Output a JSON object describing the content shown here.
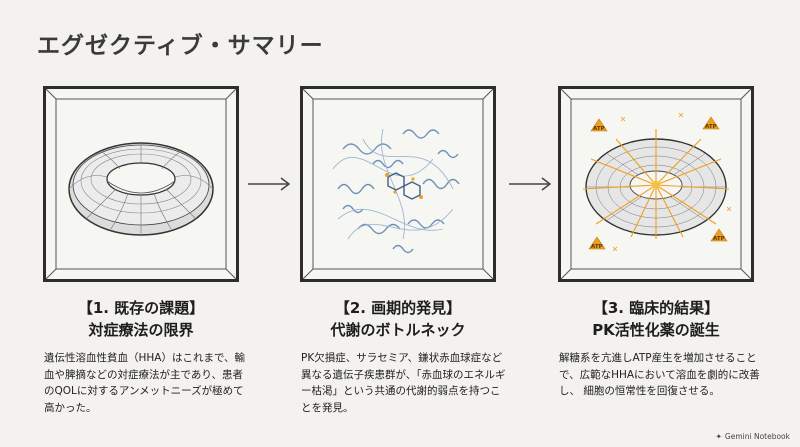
{
  "title": "エグゼクティブ・サマリー",
  "steps": [
    {
      "heading_line1": "【1. 既存の課題】",
      "heading_line2": "対症療法の限界",
      "description": "遺伝性溶血性貧血（HHA）はこれまで、輸血や脾摘などの対症療法が主であり、患者のQOLに対するアンメットニーズが極めて高かった。"
    },
    {
      "heading_line1": "【2. 画期的発見】",
      "heading_line2": "代謝のボトルネック",
      "description": "PK欠損症、サラセミア、鎌状赤血球症など異なる遺伝子疾患群が、「赤血球のエネルギー枯渇」という共通の代謝的弱点を持つことを発見。"
    },
    {
      "heading_line1": "【3. 臨床的結果】",
      "heading_line2": "PK活性化薬の誕生",
      "description": "解糖系を亢進しATP産生を増加させることで、広範なHHAにおいて溶血を劇的に改善し、 細胞の恒常性を回復させる。"
    }
  ],
  "atp_label": "ATP",
  "badge": "Gemini Notebook",
  "colors": {
    "background": "#f3f2ee",
    "frame": "#2d2d2d",
    "atp_orange": "#f0a020",
    "protein_blue": "#6f90b6"
  }
}
